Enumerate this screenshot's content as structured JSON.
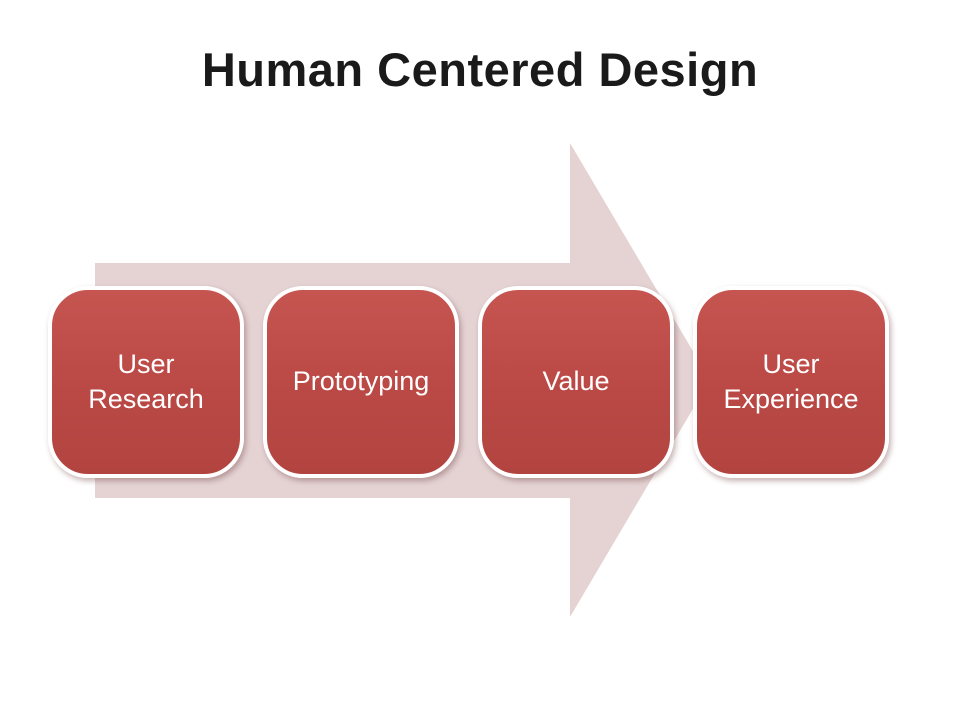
{
  "slide": {
    "title": "Human Centered Design",
    "background_color": "#ffffff",
    "title_color": "#1a1a1a"
  },
  "diagram": {
    "type": "process-arrow",
    "direction": "right",
    "arrow_color": "#e5d3d4",
    "box_color": "#bc4a47",
    "box_border_color": "#ffffff",
    "box_text_color": "#ffffff",
    "steps": [
      {
        "label": "User Research"
      },
      {
        "label": "Prototyping"
      },
      {
        "label": "Value"
      },
      {
        "label": "User Experience"
      }
    ]
  }
}
